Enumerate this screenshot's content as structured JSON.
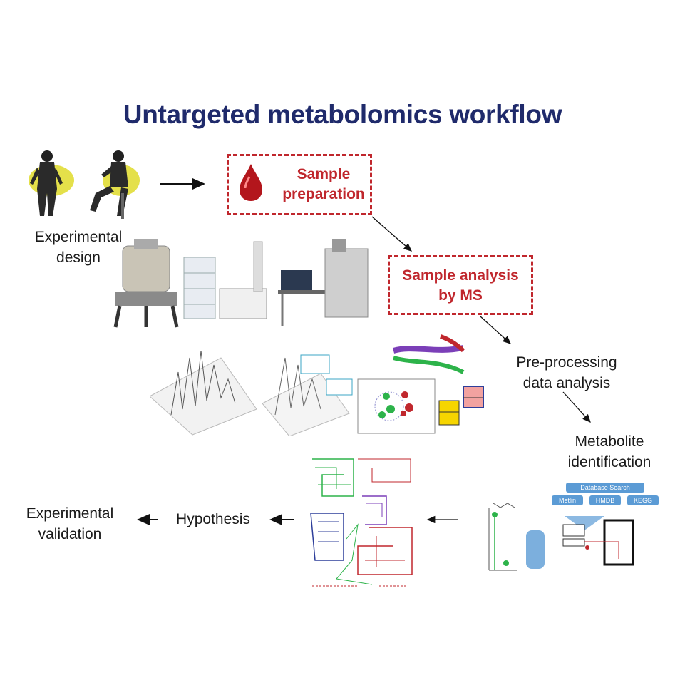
{
  "title": "Untargeted metabolomics workflow",
  "steps": {
    "experimental_design": "Experimental\ndesign",
    "sample_preparation": "Sample\npreparation",
    "sample_analysis": "Sample analysis\nby MS",
    "preprocessing": "Pre-processing\ndata analysis",
    "metabolite_identification": "Metabolite\nidentification",
    "hypothesis": "Hypothesis",
    "experimental_validation": "Experimental\nvalidation"
  },
  "database_panel": {
    "header": "Database Search",
    "sources": [
      "Metlin",
      "HMDB",
      "KEGG"
    ]
  },
  "colors": {
    "title": "#1f2a6b",
    "highlight": "#c0272d",
    "chair": "#e4e04a",
    "cluster_green": "#2db34a",
    "cluster_red": "#c0272d",
    "db_blue": "#5b9bd5"
  }
}
